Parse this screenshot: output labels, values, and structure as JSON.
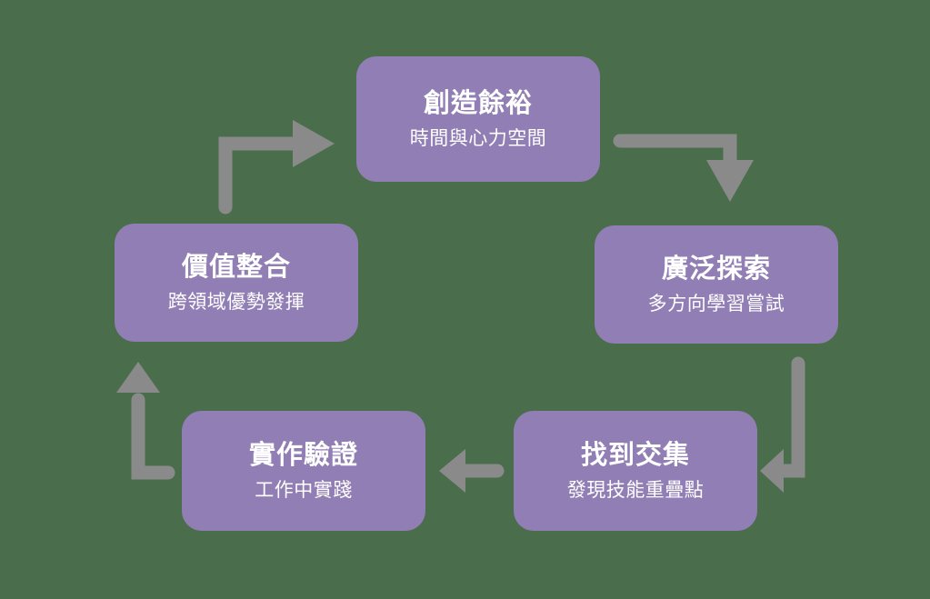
{
  "diagram": {
    "type": "cycle",
    "title": "",
    "background_color": "#4a6e4c",
    "node_color": "#917eb5",
    "arrow_color": "#8a8a8a",
    "text_color": "#ffffff",
    "nodes": [
      {
        "id": "create",
        "title": "創造餘裕",
        "subtitle": "時間與心力空間",
        "position": "top"
      },
      {
        "id": "explore",
        "title": "廣泛探索",
        "subtitle": "多方向學習嘗試",
        "position": "right"
      },
      {
        "id": "overlap",
        "title": "找到交集",
        "subtitle": "發現技能重疊點",
        "position": "bottom-right"
      },
      {
        "id": "practice",
        "title": "實作驗證",
        "subtitle": "工作中實踐",
        "position": "bottom-left"
      },
      {
        "id": "value",
        "title": "價值整合",
        "subtitle": "跨領域優勢發揮",
        "position": "left"
      }
    ],
    "arrows": [
      {
        "id": "create-to-explore",
        "from": "create",
        "to": "explore",
        "shape": "right-then-down"
      },
      {
        "id": "explore-to-overlap",
        "from": "explore",
        "to": "overlap",
        "shape": "down-then-left"
      },
      {
        "id": "overlap-to-practice",
        "from": "overlap",
        "to": "practice",
        "shape": "left"
      },
      {
        "id": "practice-to-value",
        "from": "practice",
        "to": "value",
        "shape": "left-then-up"
      },
      {
        "id": "value-to-create",
        "from": "value",
        "to": "create",
        "shape": "up-then-right"
      }
    ]
  }
}
